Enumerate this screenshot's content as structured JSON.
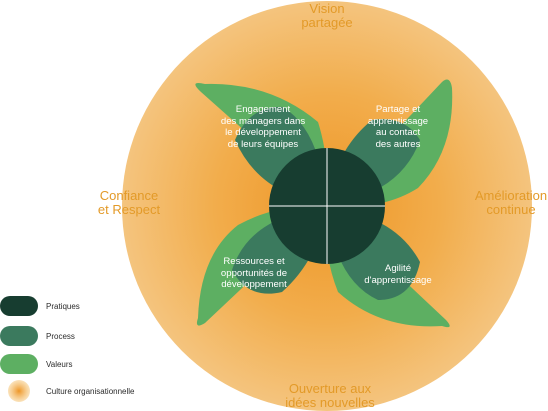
{
  "circle_labels": {
    "top": "Vision\npartagée",
    "left": "Confiance\net Respect",
    "right": "Amélioration\ncontinue",
    "bottom": "Ouverture aux\nidées nouvelles"
  },
  "petals": {
    "top_left": "Engagement\ndes managers dans\nle développement\nde leurs équipes",
    "top_right": "Partage et\napprentissage\nau contact\ndes autres",
    "bottom_left": "Ressources et\nopportunités de\ndéveloppement",
    "bottom_right": "Agilité\nd'apprentissage"
  },
  "legend": [
    {
      "label": "Pratiques",
      "color": "#173d30"
    },
    {
      "label": "Process",
      "color": "#3b7a5e"
    },
    {
      "label": "Valeurs",
      "color": "#5daf62"
    },
    {
      "label": "Culture organisationnelle",
      "color": "#f2a83a"
    }
  ],
  "colors": {
    "culture_outer": "#f3c277",
    "culture_inner": "#f09f2c",
    "label_orange": "#e39a28",
    "valeurs": "#5daf62",
    "process": "#3b7a5e",
    "pratiques": "#173d30"
  }
}
